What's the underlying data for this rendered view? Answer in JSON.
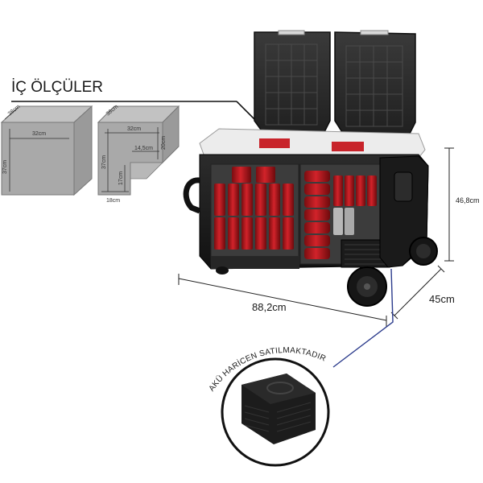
{
  "heading": "İÇ ÖLÇÜLER",
  "box_large": {
    "depth": "38cm",
    "width": "32cm",
    "height": "37cm"
  },
  "box_stepped": {
    "depth": "38cm",
    "width": "32cm",
    "height_right": "20cm",
    "step_width": "14,5cm",
    "height_left": "37cm",
    "step_height": "17cm",
    "bottom_width": "18cm"
  },
  "dims": {
    "length": "88,2cm",
    "depth": "45cm",
    "height": "46,8cm"
  },
  "battery_note": "AKÜ HARİCEN SATILMAKTADIR"
}
